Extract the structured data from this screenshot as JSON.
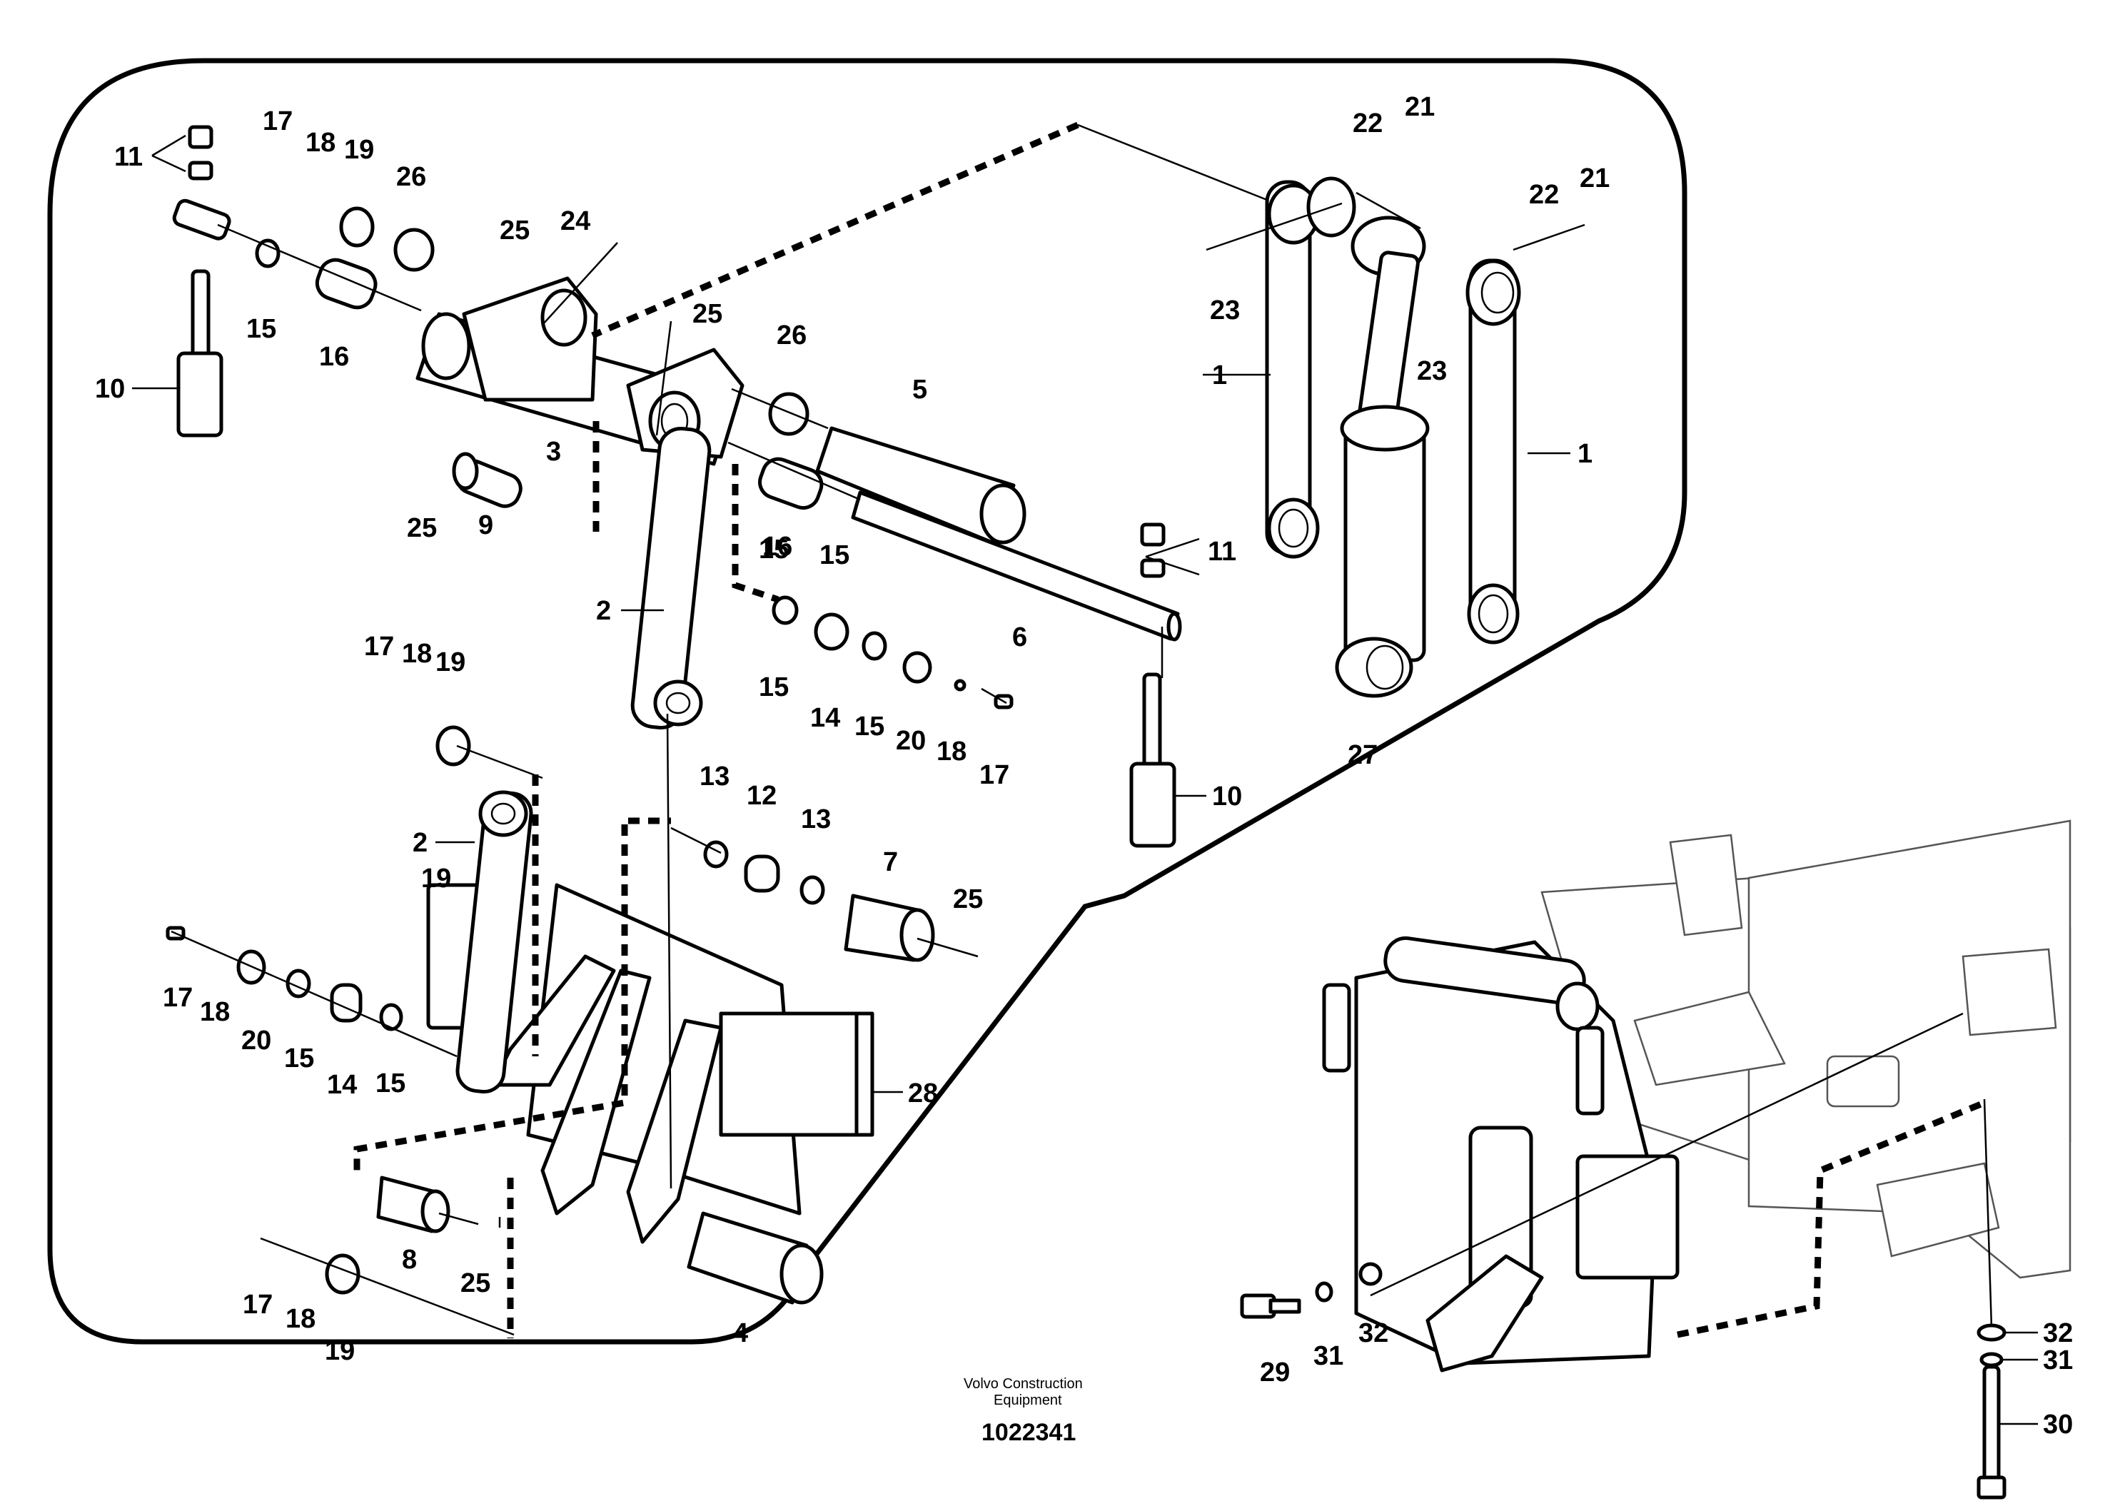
{
  "parts": {
    "labels": [
      "1",
      "1",
      "2",
      "2",
      "3",
      "4",
      "5",
      "6",
      "7",
      "8",
      "9",
      "10",
      "10",
      "11",
      "11",
      "12",
      "13",
      "13",
      "14",
      "14",
      "15",
      "15",
      "15",
      "15",
      "15",
      "15",
      "15",
      "16",
      "16",
      "17",
      "17",
      "17",
      "17",
      "17",
      "18",
      "18",
      "18",
      "18",
      "18",
      "19",
      "19",
      "19",
      "19",
      "20",
      "20",
      "21",
      "21",
      "22",
      "22",
      "23",
      "23",
      "24",
      "25",
      "25",
      "25",
      "25",
      "25",
      "26",
      "26",
      "27",
      "28",
      "29",
      "30",
      "31",
      "31",
      "32",
      "32"
    ]
  },
  "credit": {
    "line1": "Volvo Construction",
    "line2": "Equipment"
  },
  "document_number": "1022341"
}
